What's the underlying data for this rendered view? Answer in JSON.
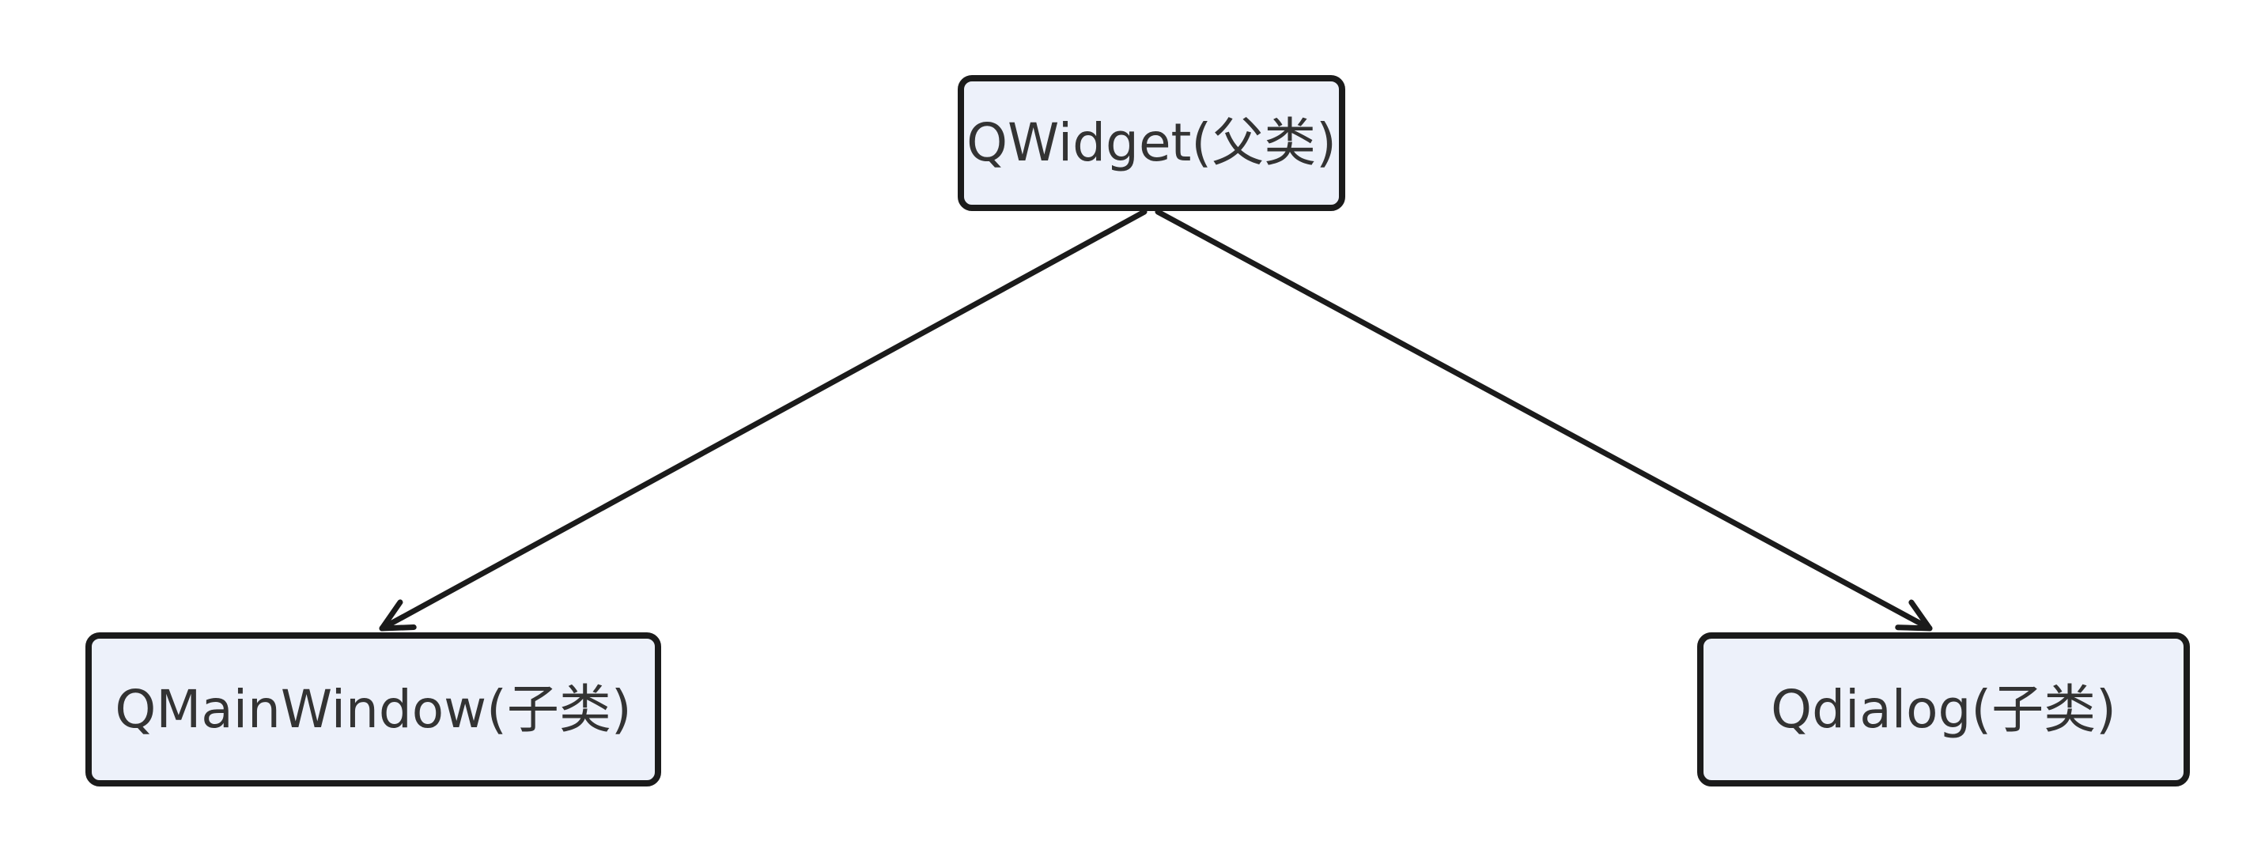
{
  "diagram": {
    "type": "flowchart",
    "direction": "top-down",
    "colors": {
      "background": "#FFFFFF",
      "node_fill": "#EDF1FA",
      "node_border": "#1B1B1B",
      "text_color": "#333333",
      "line_color": "#1B1B1B"
    },
    "nodes": [
      {
        "id": "qwidget",
        "label": "QWidget(父类)",
        "role": "parent-class"
      },
      {
        "id": "qmainwindow",
        "label": "QMainWindow(子类)",
        "role": "child-class"
      },
      {
        "id": "qdialog",
        "label": "Qdialog(子类)",
        "role": "child-class"
      }
    ],
    "edges": [
      {
        "from": "qwidget",
        "to": "qmainwindow",
        "style": "arrow"
      },
      {
        "from": "qwidget",
        "to": "qdialog",
        "style": "arrow"
      }
    ]
  }
}
